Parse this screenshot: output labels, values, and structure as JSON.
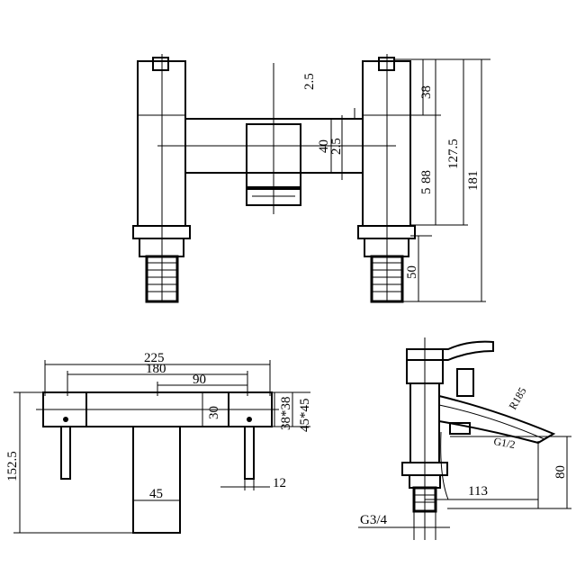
{
  "front_view": {
    "dims": {
      "d_2_5_top": "2.5",
      "d_38": "38",
      "d_40": "40",
      "d_2_5_mid": "2.5",
      "d_127_5": "127.5",
      "d_181": "181",
      "d_5": "5",
      "d_88": "88",
      "d_50": "50"
    }
  },
  "plan_view": {
    "dims": {
      "d_225": "225",
      "d_180": "180",
      "d_90": "90",
      "d_30": "30",
      "d_38x38": "38*38",
      "d_45x45": "45*45",
      "d_152_5": "152.5",
      "d_12": "12",
      "d_45": "45"
    }
  },
  "side_view": {
    "dims": {
      "d_r185": "R185",
      "d_g1_2": "G1/2",
      "d_113": "113",
      "d_80": "80",
      "d_g3_4": "G3/4"
    }
  }
}
